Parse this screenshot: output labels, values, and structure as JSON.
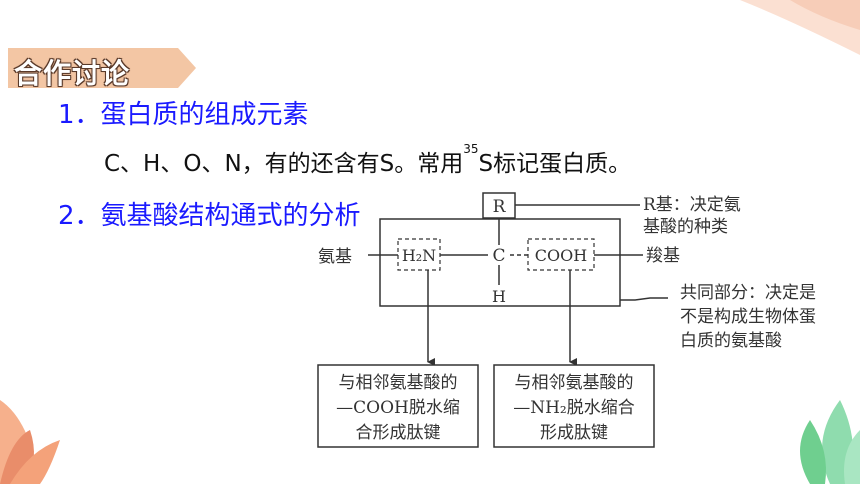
{
  "badge": "合作讨论",
  "item1": "1．蛋白质的组成元素",
  "item1_line": {
    "before": "C、H、O、N，有的还含有S。常用",
    "sup": "35",
    "after": "S标记蛋白质。"
  },
  "item2": "2．氨基酸结构通式的分析",
  "diagram": {
    "r_group": "R",
    "r_note_l1": "R基：决定氨",
    "r_note_l2": "基酸的种类",
    "amino_label": "氨基",
    "amino_group": "H₂N",
    "carbon": "C",
    "hydrogen": "H",
    "carboxyl_group": "COOH",
    "carboxyl_label": "羧基",
    "common_l1": "共同部分：决定是",
    "common_l2": "不是构成生物体蛋",
    "common_l3": "白质的氨基酸",
    "left_box_l1": "与相邻氨基酸的",
    "left_box_l2": "—COOH脱水缩",
    "left_box_l3": "合形成肽键",
    "right_box_l1": "与相邻氨基酸的",
    "right_box_l2": "—NH₂脱水缩合",
    "right_box_l3": "形成肽键"
  },
  "colors": {
    "heading": "#1a1aff",
    "badge_bg": "#f3c6a4",
    "leaf_green": "#6fcf8f",
    "leaf_orange": "#f4a27a"
  }
}
